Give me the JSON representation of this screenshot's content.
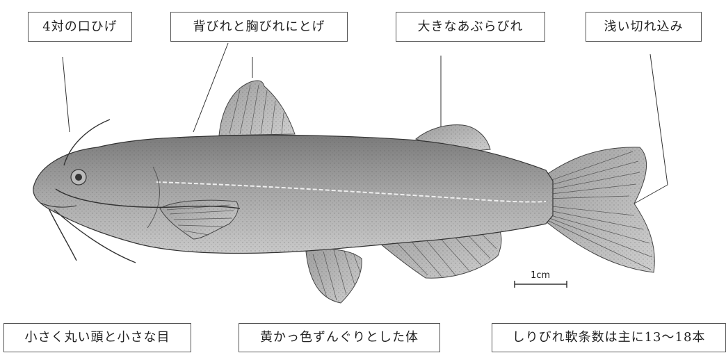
{
  "labels": {
    "barbels": "4対の口ひげ",
    "spines": "背びれと胸びれにとげ",
    "adipose_fin": "大きなあぶらびれ",
    "tail_notch": "浅い切れ込み",
    "head_eye": "小さく丸い頭と小さな目",
    "body": "黄かっ色ずんぐりとした体",
    "caudal_rays": "しりびれ軟条数は主に13～18本"
  },
  "scale_bar": {
    "label": "1cm"
  },
  "colors": {
    "line": "#333333",
    "fish_body": "#9a9a9a",
    "fish_dark": "#6e6e6e",
    "fin": "#bdbdbd"
  }
}
